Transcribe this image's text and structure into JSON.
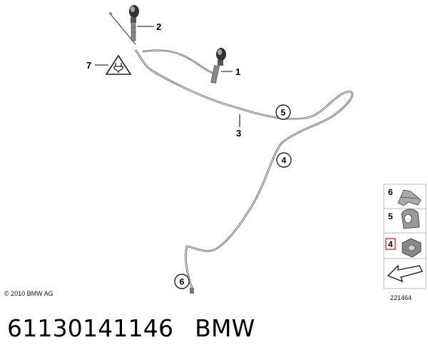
{
  "diagram": {
    "part_labels": {
      "p1": "1",
      "p2": "2",
      "p3": "3",
      "p7": "7"
    },
    "circled_labels": {
      "c5": "5",
      "c4": "4",
      "c6": "6"
    },
    "legend": {
      "items": [
        {
          "number": "6",
          "icon": "clip-icon"
        },
        {
          "number": "5",
          "icon": "holder-icon"
        },
        {
          "number": "4",
          "icon": "grommet-icon",
          "highlighted": true
        }
      ],
      "arrow_icon": "arrow-icon",
      "highlight_color": "#d2232a"
    },
    "copyright": "© 2010 BMW AG",
    "diagram_number": "221464"
  },
  "caption": {
    "part_number": "61130141146",
    "brand": "BMW"
  }
}
